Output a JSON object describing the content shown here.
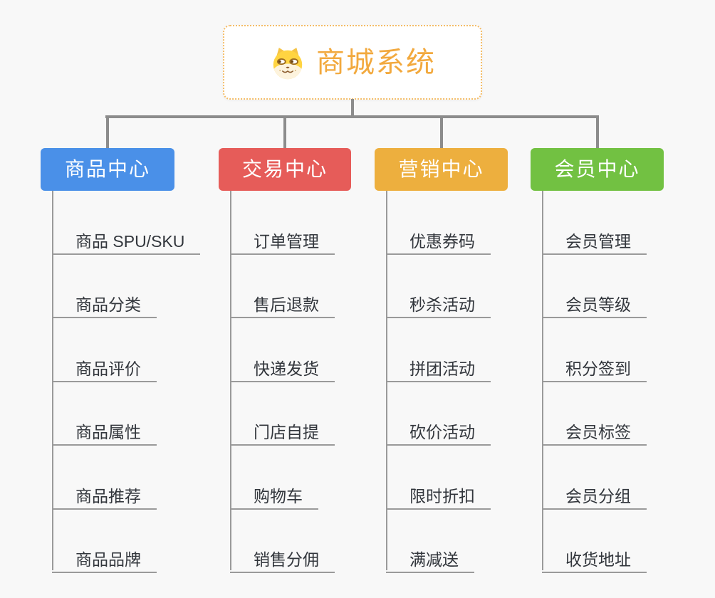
{
  "canvas": {
    "background": "#f8f8f8",
    "connector_color": "#8c8c8c",
    "underline_color": "#9a9a9a",
    "item_text_color": "#32363c"
  },
  "root": {
    "title": "商城系统",
    "icon": "dog-face-icon",
    "accent_color": "#f2a93e",
    "border_color": "#f4bd68"
  },
  "branches": [
    {
      "label": "商品中心",
      "color": "#4a90e8",
      "items": [
        "商品 SPU/SKU",
        "商品分类",
        "商品评价",
        "商品属性",
        "商品推荐",
        "商品品牌"
      ]
    },
    {
      "label": "交易中心",
      "color": "#e65c59",
      "items": [
        "订单管理",
        "售后退款",
        "快递发货",
        "门店自提",
        "购物车",
        "销售分佣"
      ]
    },
    {
      "label": "营销中心",
      "color": "#edaf3e",
      "items": [
        "优惠券码",
        "秒杀活动",
        "拼团活动",
        "砍价活动",
        "限时折扣",
        "满减送"
      ]
    },
    {
      "label": "会员中心",
      "color": "#72c142",
      "items": [
        "会员管理",
        "会员等级",
        "积分签到",
        "会员标签",
        "会员分组",
        "收货地址"
      ]
    }
  ]
}
